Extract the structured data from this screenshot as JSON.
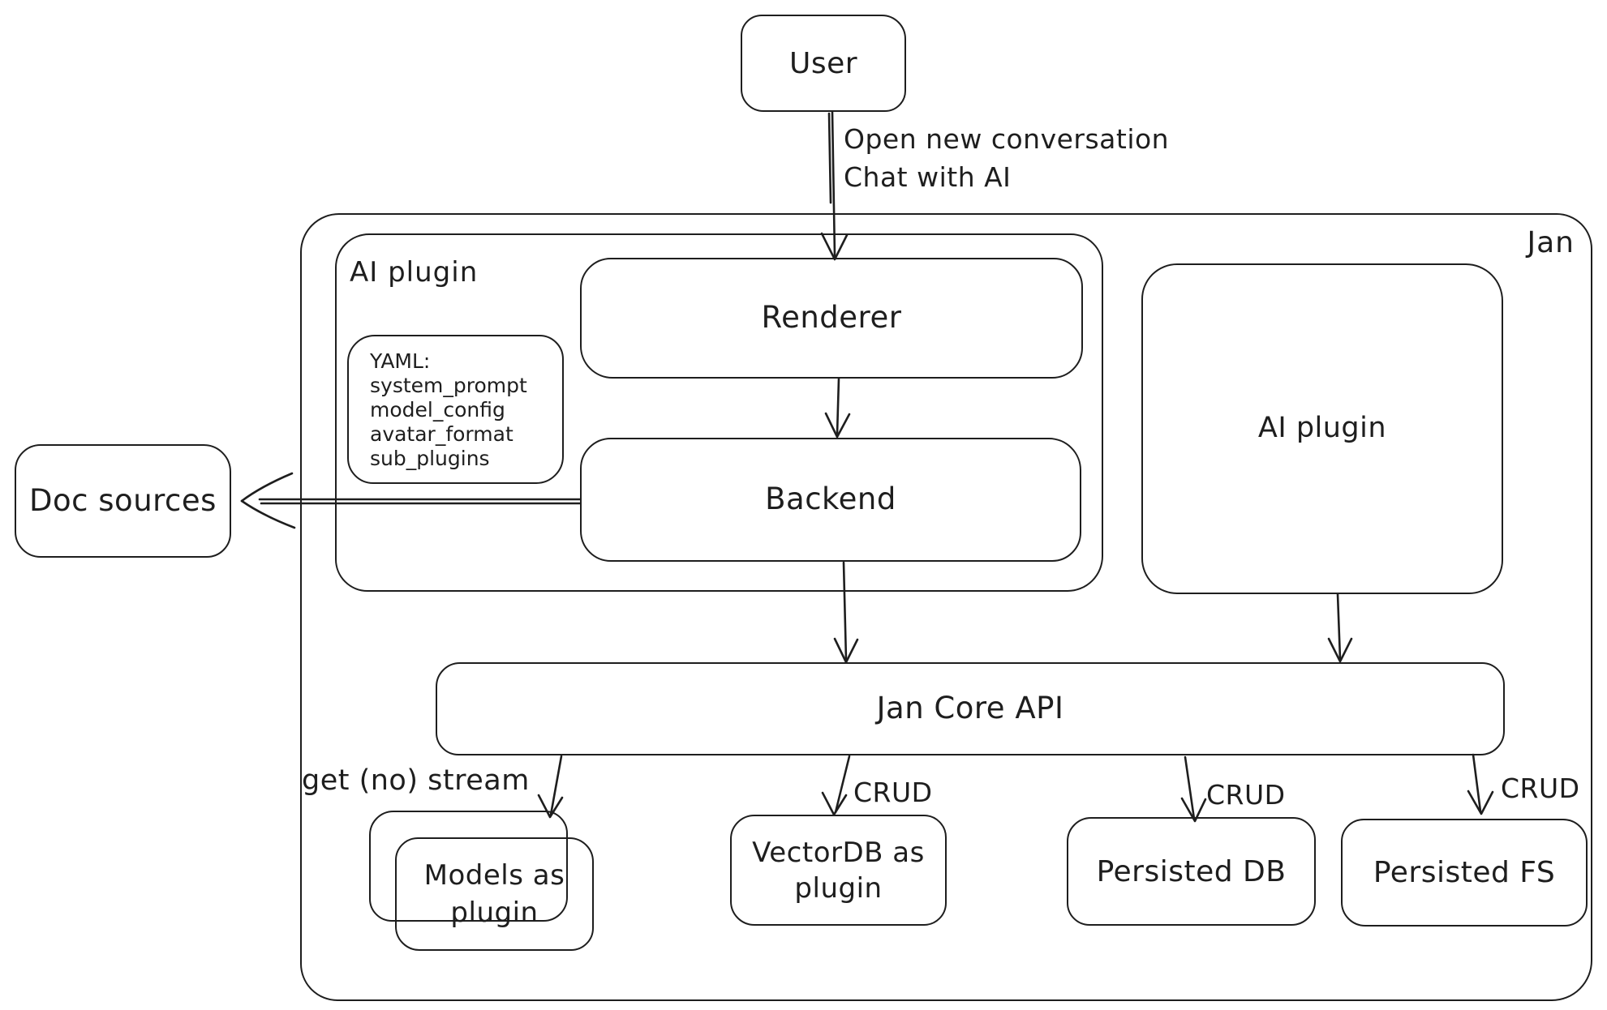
{
  "diagram": {
    "title_context": "Jan architecture diagram",
    "colors": {
      "stroke": "#1e1e1e",
      "background": "#ffffff"
    },
    "nodes": {
      "user": "User",
      "jan": "Jan",
      "ai_plugin_left": "AI plugin",
      "ai_plugin_right": "AI plugin",
      "renderer": "Renderer",
      "backend": "Backend",
      "doc_sources": "Doc sources",
      "jan_core_api": "Jan Core API",
      "models_as_plugin": "Models as plugin",
      "vectordb_as_plugin": "VectorDB as plugin",
      "persisted_db": "Persisted DB",
      "persisted_fs": "Persisted FS"
    },
    "yaml_note": {
      "title": "YAML:",
      "lines": [
        "system_prompt",
        "model_config",
        "avatar_format",
        "sub_plugins"
      ]
    },
    "edge_labels": {
      "user_to_renderer_line1": "Open new conversation",
      "user_to_renderer_line2": "Chat with AI",
      "get_no_stream": "get (no) stream",
      "crud_vectordb": "CRUD",
      "crud_persisted_db": "CRUD",
      "crud_persisted_fs": "CRUD"
    }
  }
}
